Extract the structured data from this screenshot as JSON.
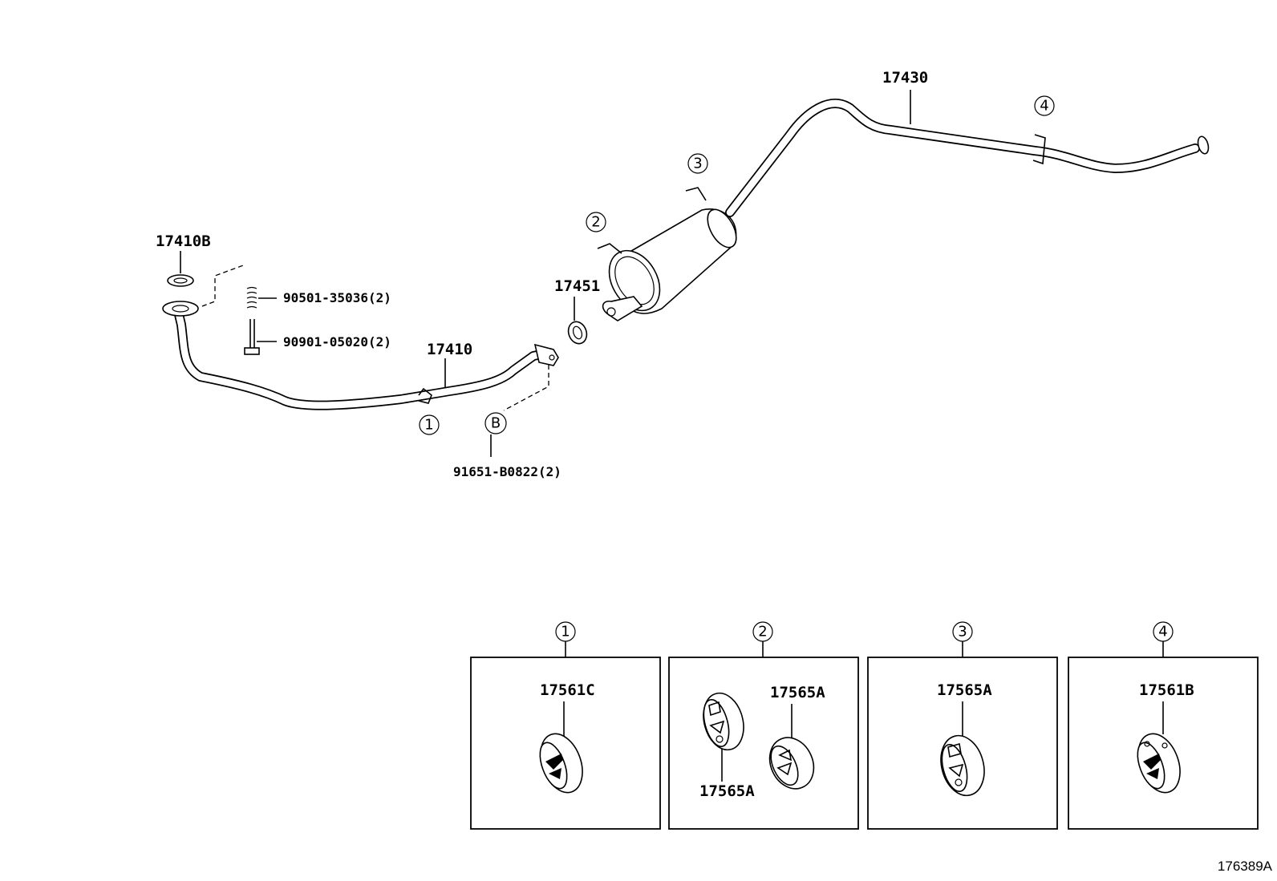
{
  "labels": {
    "p17410B": "17410B",
    "p90501": "90501-35036(2)",
    "p90901": "90901-05020(2)",
    "p17410": "17410",
    "p17451": "17451",
    "p17430": "17430",
    "p91651": "91651-B0822(2)",
    "box1_part": "17561C",
    "box2_part_a": "17565A",
    "box2_part_b": "17565A",
    "box3_part": "17565A",
    "box4_part": "17561B"
  },
  "callouts": {
    "c1": "1",
    "c2": "2",
    "c3": "3",
    "c4": "4",
    "cB": "B"
  },
  "box_callouts": [
    "1",
    "2",
    "3",
    "4"
  ],
  "reference_id": "176389A"
}
